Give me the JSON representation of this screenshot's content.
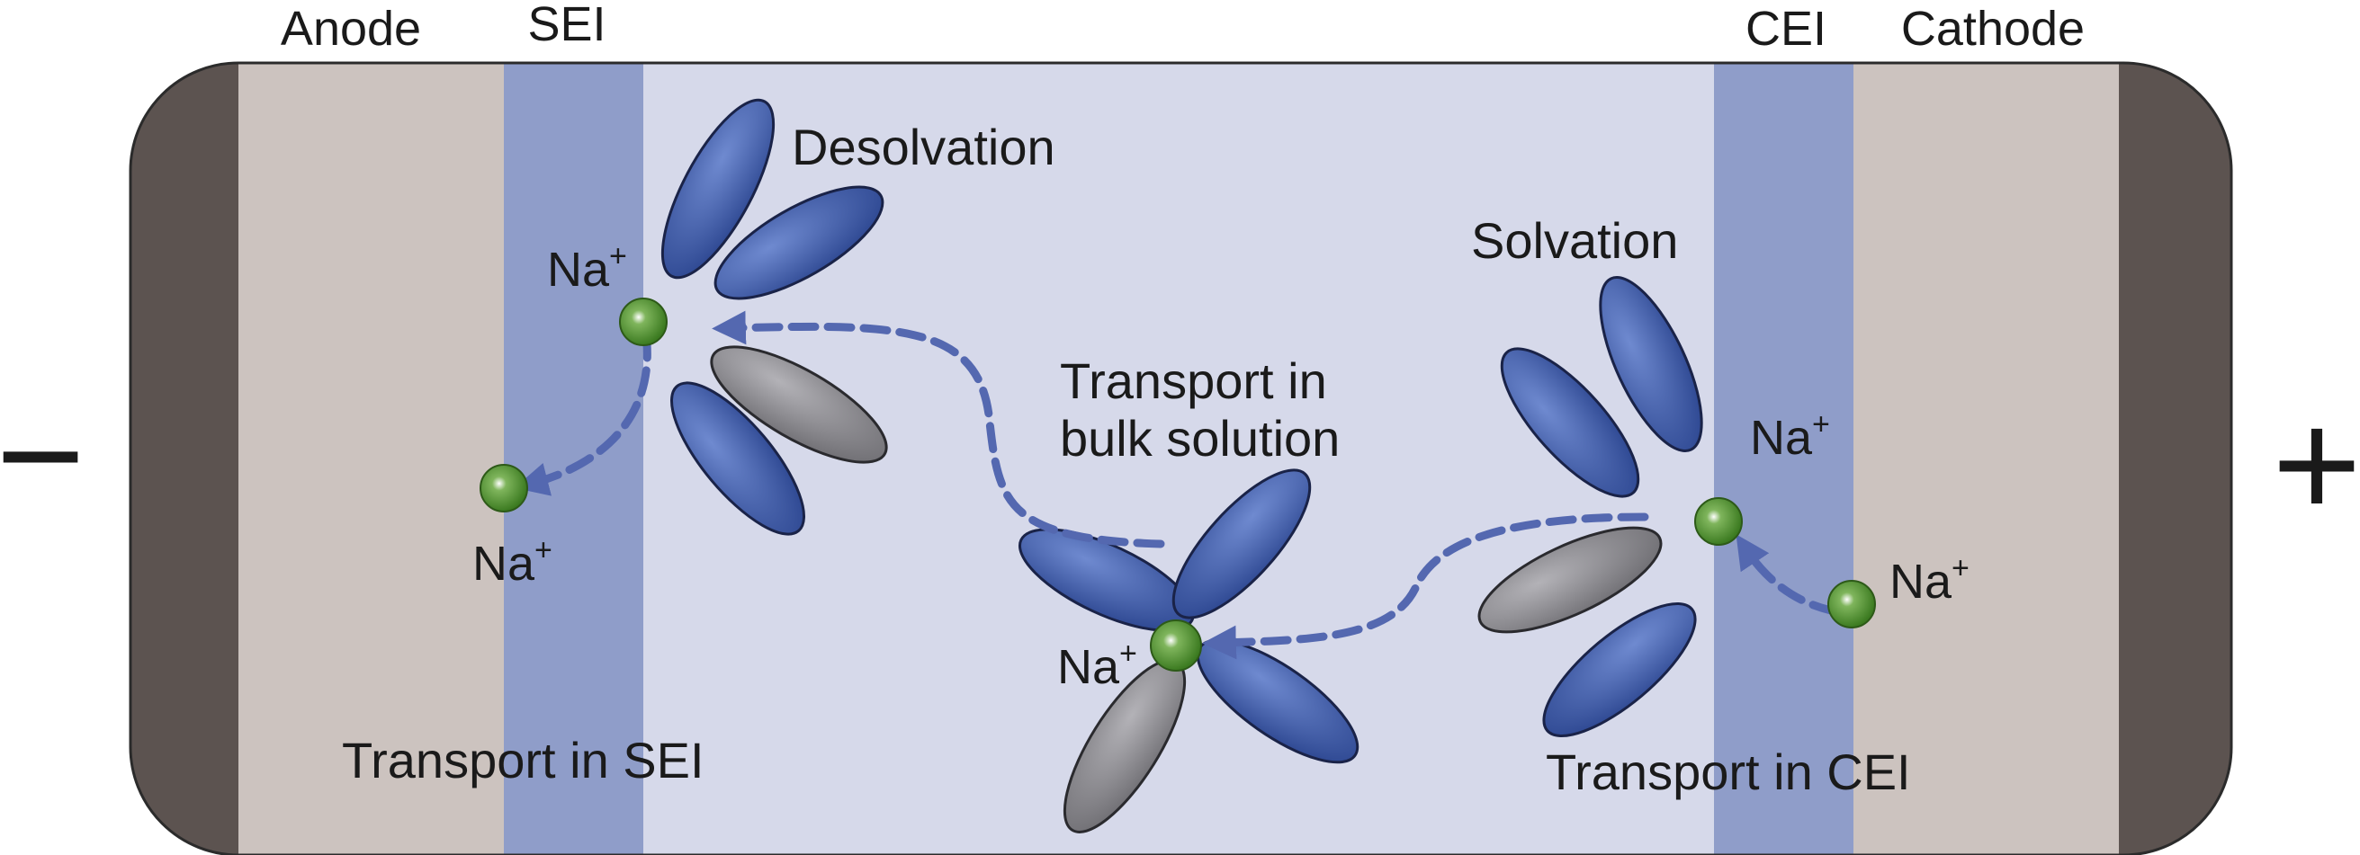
{
  "regions": {
    "anode": "Anode",
    "sei": "SEI",
    "cei": "CEI",
    "cathode": "Cathode"
  },
  "terminals": {
    "negative": "−",
    "positive": "+"
  },
  "processes": {
    "desolvation": "Desolvation",
    "solvation": "Solvation",
    "bulk_line1": "Transport in",
    "bulk_line2": "bulk solution",
    "transport_sei": "Transport in SEI",
    "transport_cei": "Transport in CEI"
  },
  "ion": {
    "symbol": "Na",
    "charge": "+"
  },
  "colors": {
    "electrode_cap": "#5c5350",
    "electrode": "#ccc3bf",
    "interphase": "#8f9dc9",
    "electrolyte": "#d6d9ea",
    "solvent_blue": "#3d5aa6",
    "solvent_gray": "#8b8a8f",
    "sodium_ion": "#4a8a2a",
    "arrow": "#5468b0"
  }
}
